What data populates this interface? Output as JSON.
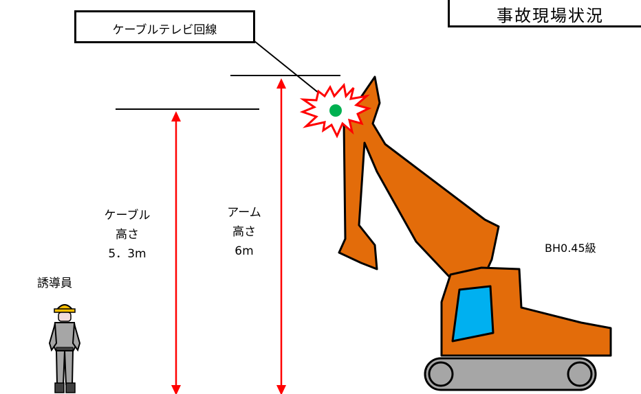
{
  "title": "事故現場状況",
  "cable_tv_label": "ケーブルテレビ回線",
  "cable_height": {
    "line1": "ケーブル",
    "line2": "高さ",
    "line3": "5．3m"
  },
  "arm_height": {
    "line1": "アーム",
    "line2": "高さ",
    "line3": "6m"
  },
  "excavator_label": "BH0.45級",
  "guide_label": "誘導員",
  "colors": {
    "dimension_arrow": "#ff0000",
    "excavator_body": "#e36c0a",
    "cab_window": "#00b0f0",
    "contact_point": "#00b050",
    "spark_outline": "#ff0000",
    "outline": "#000000"
  }
}
